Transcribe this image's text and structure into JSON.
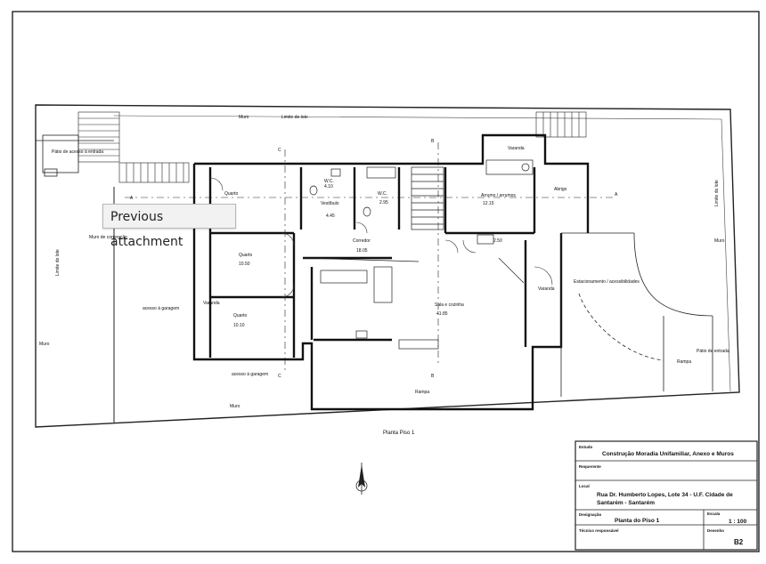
{
  "tooltip": {
    "text": "Previous attachment"
  },
  "drawing": {
    "title": "Planta Piso 1",
    "rooms": [
      {
        "id": "quarto-1",
        "name": "Quarto",
        "area": ""
      },
      {
        "id": "ws1",
        "name": "W.C.",
        "area": "4.10"
      },
      {
        "id": "vestibulo",
        "name": "Vestíbulo",
        "area": "4.45"
      },
      {
        "id": "ws2",
        "name": "W.C.",
        "area": "2.95"
      },
      {
        "id": "arrumo",
        "name": "Arrumo / arrumos",
        "area": "12.15"
      },
      {
        "id": "quarto-2",
        "name": "Quarto",
        "area": "10.50"
      },
      {
        "id": "corredor",
        "name": "Corredor",
        "area": "18.05"
      },
      {
        "id": "quarto-3",
        "name": "Quarto",
        "area": "10.10"
      },
      {
        "id": "sala",
        "name": "Sala e cozinha",
        "area": "41.85"
      },
      {
        "id": "sm",
        "name": "",
        "area": "2.50"
      }
    ],
    "labels": {
      "muro_top": "Muro",
      "limite_top": "Limite do lote",
      "varanda_top": "Varanda",
      "patio": "Pátio de acesso à entrada",
      "muro_contencao": "Muro de contenção",
      "limite_left": "Limite do lote",
      "acesso_garagem": "acesso à garagem",
      "muro_left": "Muro",
      "varanda_left": "Varanda",
      "acesso_garagem_2": "acesso à garagem",
      "muro_bottom": "Muro",
      "rampa": "Rampa",
      "abrigo": "Abrigo",
      "limite_right": "Limite do lote",
      "muro_right": "Muro",
      "estacionamento": "Estacionamento / acessibilidades",
      "varanda_right": "Varanda",
      "rampa_right": "Rampa",
      "patio_right": "Pátio de entrada",
      "sec_a": "A",
      "sec_b": "B",
      "sec_c": "C"
    },
    "title_block": {
      "estudo_label": "Estudo",
      "estudo_value": "Construção Moradia Unifamiliar, Anexo e Muros",
      "requerente_label": "Requerente",
      "local_label": "Local",
      "local_value_1": "Rua Dr. Humberto Lopes, Lote 34 - U.F. Cidade de",
      "local_value_2": "Santarém - Santarém",
      "designacao_label": "Designação",
      "designacao_value": "Planta do Piso 1",
      "escala_label": "Escala",
      "escala_value": "1 : 100",
      "tecnico_label": "Técnico responsável",
      "desenho_label": "Desenho",
      "desenho_value": "B2"
    }
  }
}
